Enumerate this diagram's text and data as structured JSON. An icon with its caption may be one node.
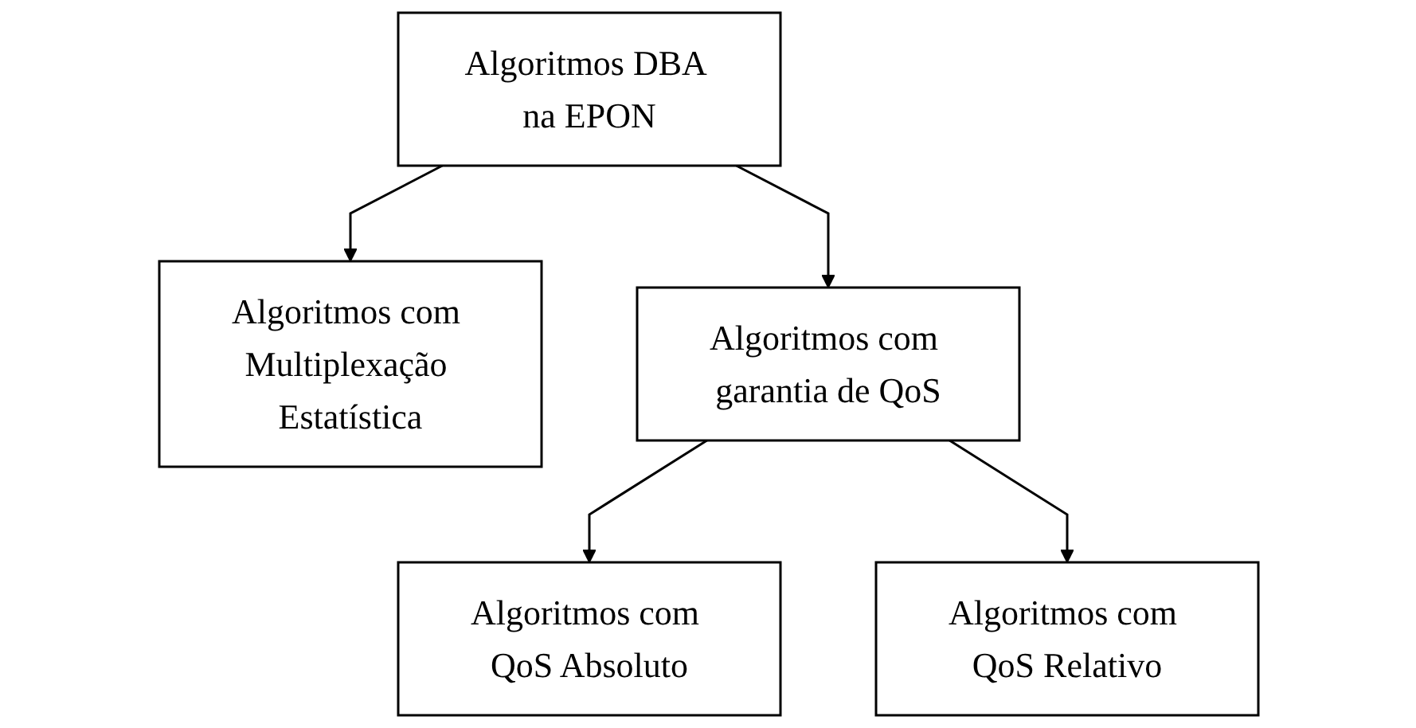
{
  "diagram": {
    "nodes": [
      {
        "text": [
          "Algoritmos DBA na EPON"
        ]
      },
      {
        "text": [
          "Algoritmos com Multiplexação Estatística"
        ]
      },
      {
        "text": [
          "Algoritmos com garantia de QoS"
        ]
      },
      {
        "text": [
          "Algoritmos com QoS Absoluto"
        ]
      },
      {
        "text": [
          "Algoritmos com QoS Relativo"
        ]
      }
    ],
    "edges": [
      {
        "from": 0,
        "to": 1,
        "arrow": "to"
      },
      {
        "from": 0,
        "to": 2,
        "arrow": "to"
      },
      {
        "from": 2,
        "to": 3,
        "arrow": "to"
      },
      {
        "from": 2,
        "to": 4,
        "arrow": "to"
      }
    ]
  }
}
